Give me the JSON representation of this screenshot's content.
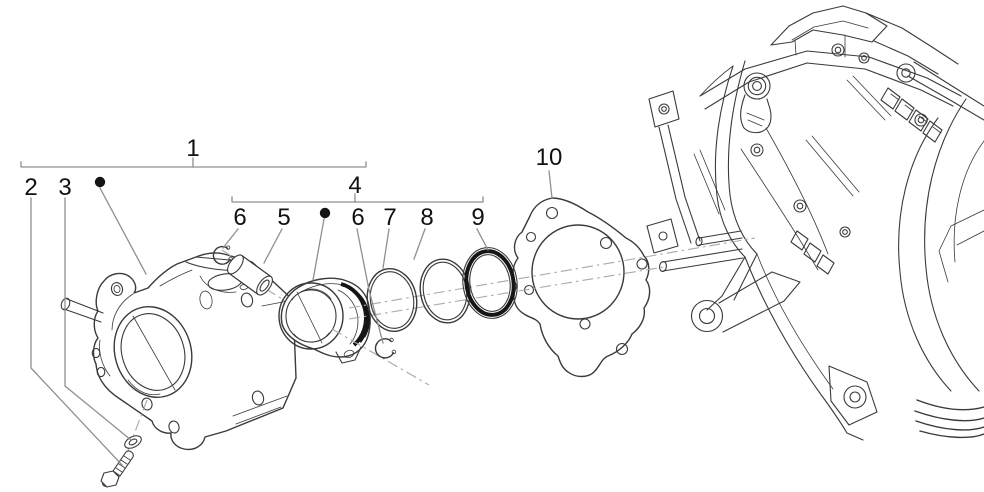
{
  "diagram": {
    "background": "#ffffff",
    "style": {
      "line_color": "#3a3a3a",
      "dark_line_color": "#151515",
      "callout_color": "#8f8f8f",
      "label_color": "#111111",
      "axis_color": "#a9a9a9"
    },
    "callouts": {
      "c1": "1",
      "c2": "2",
      "c3": "3",
      "c4": "4",
      "c5": "5",
      "c6a": "6",
      "c6b": "6",
      "c7": "7",
      "c8": "8",
      "c9": "9",
      "c10": "10"
    },
    "bullet_markers": [
      "●",
      "●"
    ]
  }
}
